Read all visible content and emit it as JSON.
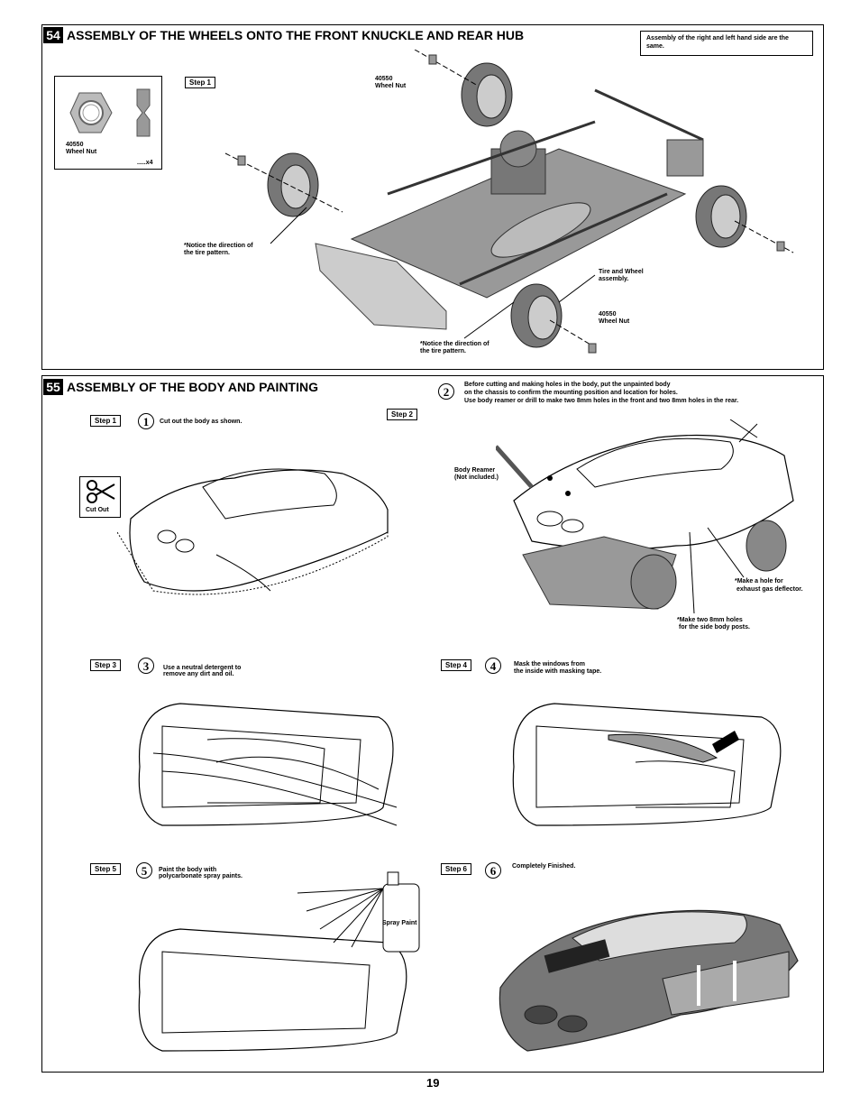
{
  "page_number": "19",
  "section54": {
    "number": "54",
    "title": "ASSEMBLY OF THE WHEELS ONTO THE FRONT KNUCKLE AND REAR HUB",
    "note": "Assembly of the right and left hand side are the same.",
    "step": "Step 1",
    "part_box": {
      "code": "40550",
      "name": "Wheel Nut",
      "qty": ".....x4"
    },
    "labels": {
      "nut_top_code": "40550",
      "nut_top_name": "Wheel Nut",
      "notice_left_1": "*Notice the direction of",
      "notice_left_2": " the tire pattern.",
      "tire_wheel_1": "Tire and Wheel",
      "tire_wheel_2": "assembly.",
      "nut_bottom_code": "40550",
      "nut_bottom_name": "Wheel Nut",
      "notice_bottom_1": "*Notice the direction of",
      "notice_bottom_2": " the tire pattern."
    }
  },
  "section55": {
    "number": "55",
    "title": "ASSEMBLY OF THE BODY AND PAINTING",
    "steps": [
      {
        "label": "Step 1",
        "num": "1",
        "text": "Cut out the  body as shown."
      },
      {
        "label": "Step 2",
        "num": "2",
        "text1": "Before cutting and making holes in the body, put the unpainted body",
        "text2": "on the chassis to confirm the mounting position and location for holes.",
        "text3": "Use body reamer or drill to make two 8mm holes in the front and two 8mm holes in the rear."
      },
      {
        "label": "Step 3",
        "num": "3",
        "text1": "Use a neutral detergent to",
        "text2": "remove any dirt and oil."
      },
      {
        "label": "Step 4",
        "num": "4",
        "text1": "Mask the windows from",
        "text2": " the inside with masking tape."
      },
      {
        "label": "Step 5",
        "num": "5",
        "text1": "Paint the body with",
        "text2": "polycarbonate spray paints."
      },
      {
        "label": "Step 6",
        "num": "6",
        "text1": "Completely Finished."
      }
    ],
    "cut_out_label": "Cut Out",
    "reamer_1": "Body Reamer",
    "reamer_2": "(Not included.)",
    "hole_exhaust_1": "*Make a hole for",
    "hole_exhaust_2": "exhaust gas deflector.",
    "hole_side_1": "*Make two 8mm holes",
    "hole_side_2": "for the side body posts.",
    "spray_paint": "Spray Paint"
  }
}
